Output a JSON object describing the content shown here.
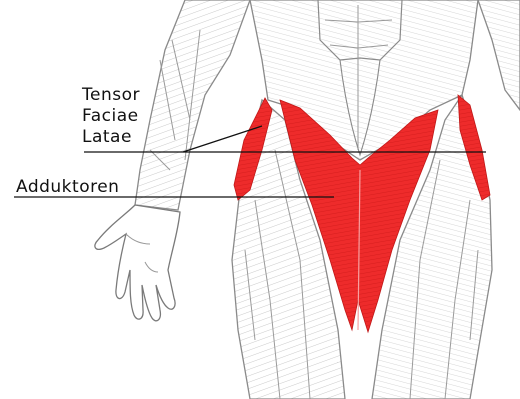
{
  "labels": {
    "tensor_line1": "Tensor",
    "tensor_line2": "Faciae",
    "tensor_line3": "Latae",
    "adductors": "Adduktoren"
  },
  "colors": {
    "muscle_highlight": "#ee2b2b",
    "outline": "#8a8a8a",
    "leader_line": "#111111",
    "background": "#ffffff"
  }
}
